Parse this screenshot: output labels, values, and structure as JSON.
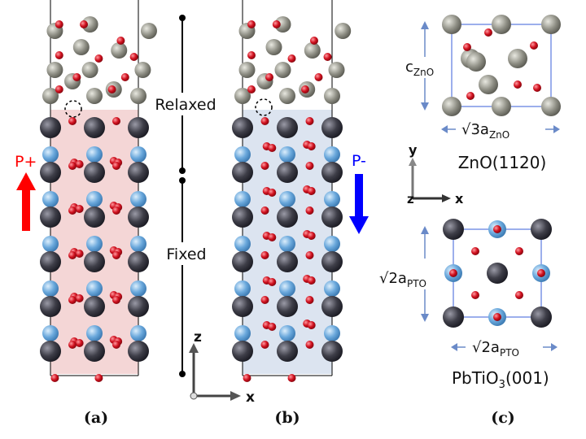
{
  "panels": {
    "a": {
      "label": "(a)",
      "polarization": "P+",
      "arrow_color": "#ff0000",
      "tint": "#f4d6d6"
    },
    "b": {
      "label": "(b)",
      "polarization": "P-",
      "arrow_color": "#0000ff",
      "tint": "#dce4f0"
    },
    "c": {
      "label": "(c)"
    }
  },
  "regions": {
    "relaxed": "Relaxed",
    "fixed": "Fixed"
  },
  "axes_ab": {
    "vertical": "z",
    "horizontal": "x"
  },
  "axes_c": {
    "vertical": "y",
    "horizontal": "x",
    "out": "z"
  },
  "zno": {
    "height_label_main": "c",
    "height_label_sub": "ZnO",
    "width_label_main": "√3a",
    "width_label_sub": "ZnO",
    "title": "ZnO(1120)"
  },
  "pto": {
    "height_label_main": "√2a",
    "height_label_sub": "PTO",
    "width_label_main": "√2a",
    "width_label_sub": "PTO",
    "title_main": "PbTiO",
    "title_sub": "3",
    "title_tail": "(001)"
  },
  "atom_colors": {
    "zn": "#8a8a80",
    "o": "#cc1020",
    "pb": "#3a3a44",
    "ti": "#6aa6d8",
    "cell": "#4a6ad8"
  }
}
